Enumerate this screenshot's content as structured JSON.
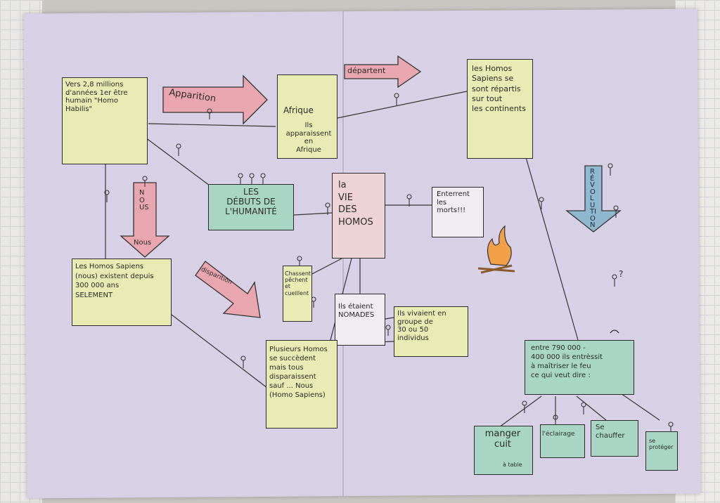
{
  "texts": {
    "box_1": "Vers 2,8 millions\nd'années 1er être\nhumain \"Homo\nHabilis\"",
    "arrow_apparition": "Apparition",
    "box_afrique_1": "Afrique",
    "box_afrique_2": "Ils apparaissent\nen\nAfrique",
    "arrow_departent": "départent",
    "box_continents": "les Homos\nSapiens se\nsont répartis\nsur tout\nles continents",
    "box_debuts": "LES\nDÉBUTS DE\nL'HUMANITÉ",
    "box_vie": "la\nVIE\nDES\nHOMOS",
    "box_morts": "Enterrent\nles\nmorts!!!",
    "arrow_nous_top": "NOUS",
    "arrow_nous_bottom": "Nous",
    "box_sapiens": "Les Homos Sapiens\n(nous) existent depuis\n300 000 ans\nSELEMENT",
    "arrow_disparition": "disparition",
    "box_chassent": "Chassent\npêchent\net\ncueillent",
    "box_nomades": "Ils étaient\nNOMADES",
    "box_groupe": "Ils vivaient en\ngroupe de\n30 ou 50\nindividus",
    "box_plusieurs": "Plusieurs Homos\nse succèdent\nmais tous\ndisparaissent\nsauf ... Nous\n(Homo Sapiens)",
    "arrow_revolution": "RÉVOLUTION",
    "box_feu": "entre 790 000 -\n400 000 ils entrèssit\nà maîtriser le feu\nce qui veut dire :",
    "box_manger": "manger\ncuit",
    "manger_sub": "à table",
    "box_eclairage": "l'éclairage",
    "box_chauffer": "Se\nchauffer",
    "box_proteger": "se\nprotéger",
    "question_mark": "?"
  },
  "colors": {
    "yellow": "#e8ecb4",
    "teal": "#a9d6c4",
    "pink_arrow": "#e9a6ae",
    "pink_box": "#efd2d4",
    "white_box": "#f1ecf1",
    "blue_arrow": "#8fb8cf",
    "sheet": "#d5cde4"
  },
  "icons": [
    "stick-figure-icon",
    "face-icon",
    "globe-icon",
    "fire-icon",
    "bird-icon"
  ]
}
